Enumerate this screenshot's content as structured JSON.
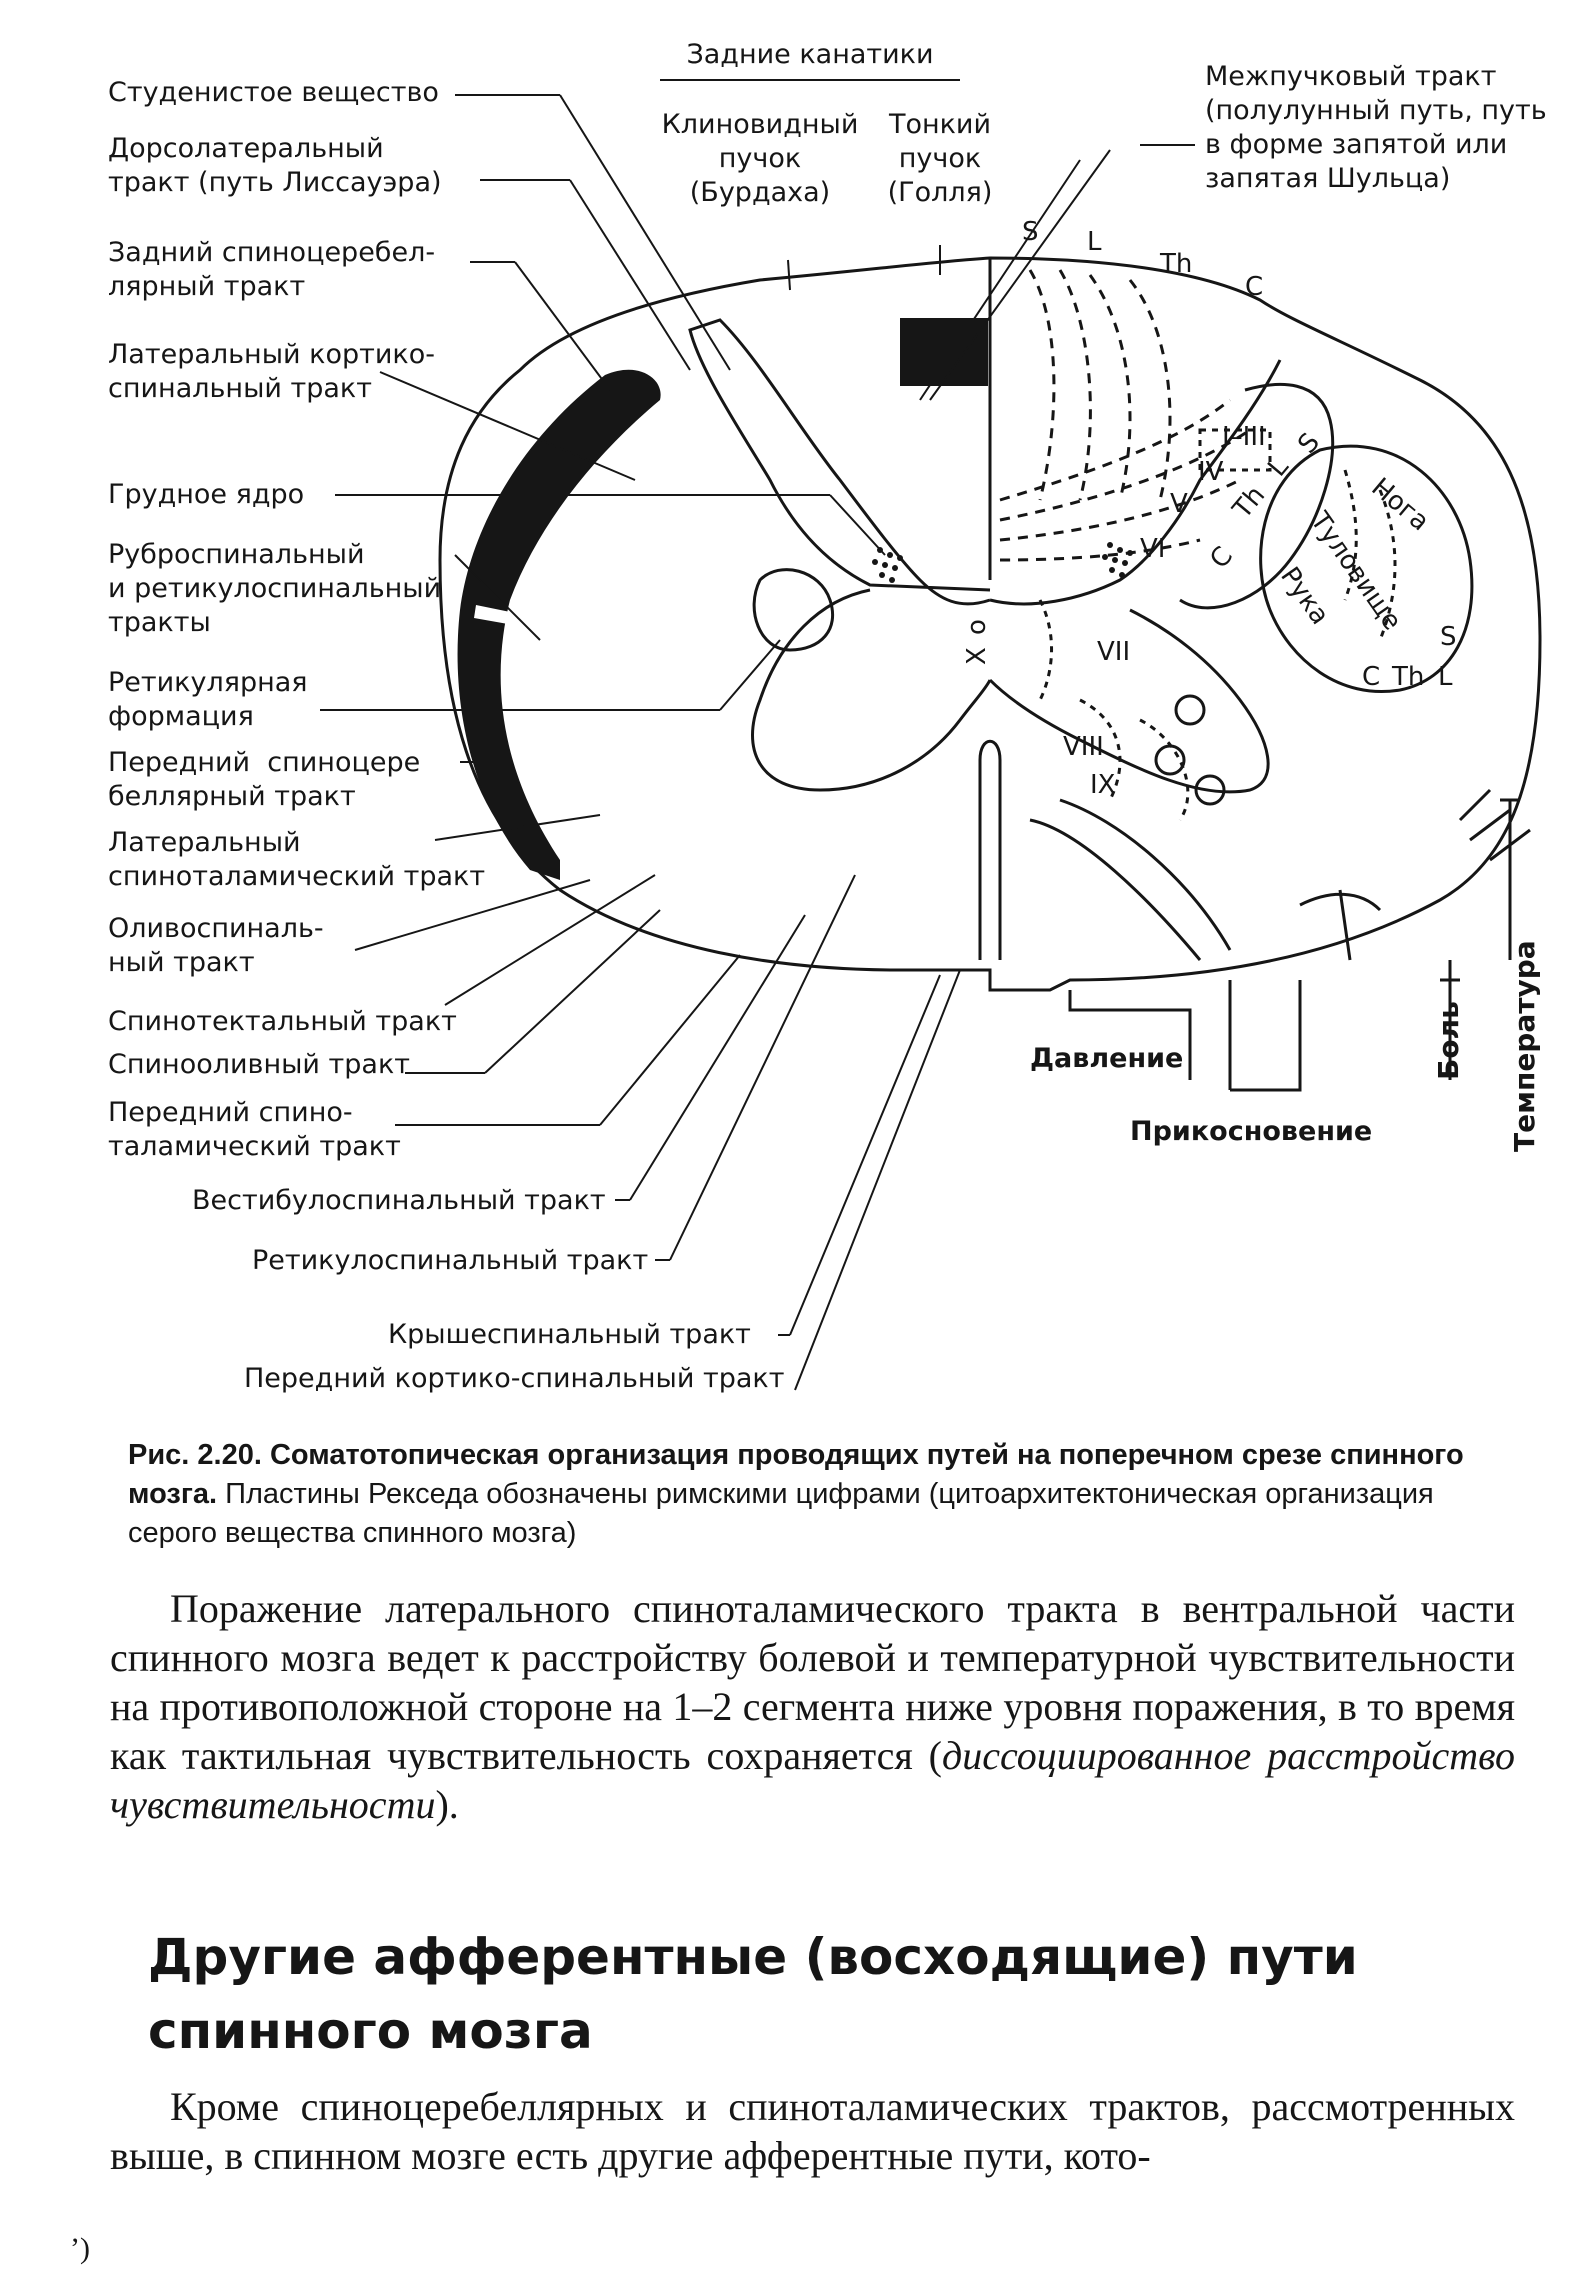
{
  "figure": {
    "top_group": "Задние канатики",
    "cuneate": "Клиновидный\nпучок\n(Бурдаха)",
    "gracile": "Тонкий\nпучок\n(Голля)",
    "interfascicular": "Межпучковый тракт\n(полулунный путь, путь\nв форме запятой или\nзапятая Шульца)",
    "left_labels": [
      "Студенистое вещество",
      "Дорсолатеральный\nтракт (путь Лиссауэра)",
      "Задний спиноцеребел-\nлярный тракт",
      "Латеральный кортико-\nспинальный тракт",
      "Грудное ядро",
      "Руброспинальный\nи ретикулоспинальный\nтракты",
      "Ретикулярная\nформация",
      "Передний  спиноцере\nбеллярный тракт",
      "Латеральный\nспиноталамический тракт",
      "Оливоспиналь-\nный тракт",
      "Спинотектальный тракт",
      "Спинооливный тракт",
      "Передний спино-\nталамический тракт"
    ],
    "bottom_labels": [
      "Вестибулоспинальный тракт",
      "Ретикулоспинальный тракт",
      "Крышеспинальный тракт",
      "Передний кортико-спинальный тракт"
    ],
    "segment_letters": [
      "S",
      "L",
      "Th",
      "C"
    ],
    "lamina_labels": [
      "I–III",
      "IV",
      "V",
      "VI",
      "VII",
      "VIII",
      "IX",
      "X"
    ],
    "lamina_x_symbol": "o",
    "body_map": [
      "Нога",
      "Туловище",
      "Рука"
    ],
    "body_map_letters_left": [
      "S",
      "L",
      "Th",
      "C"
    ],
    "body_map_letters_bottom": [
      "S",
      "C",
      "Th",
      "L"
    ],
    "sensation_labels": {
      "pressure": "Давление",
      "touch": "Прикосновение",
      "pain": "Боль",
      "temperature": "Температура"
    }
  },
  "caption": {
    "number": "Рис. 2.20.",
    "title": "Соматотопическая организация проводящих путей на поперечном срезе спинного мозга.",
    "text": "Пластины Рекседа обозначены римскими цифрами (цитоархитектоническая организация серого вещества спинного мозга)"
  },
  "paragraph1": {
    "text_before": "Поражение латерального спиноталамического тракта в вентральной части спинного мозга ведет к расстройству болевой и температурной чувствительности на противоположной стороне на 1–2 сегмента ниже уровня поражения, в то время как тактильная чувствительность сохраняется (",
    "italic": "диссоциированное расстройство чувствительности",
    "text_after": ")."
  },
  "heading": "Другие афферентные (восходящие) пути спинного мозга",
  "paragraph2": "Кроме спиноцеребеллярных и спиноталамических трактов, рассмотренных выше, в спинном мозге есть другие афферентные пути, кото-",
  "page_number": "’)"
}
